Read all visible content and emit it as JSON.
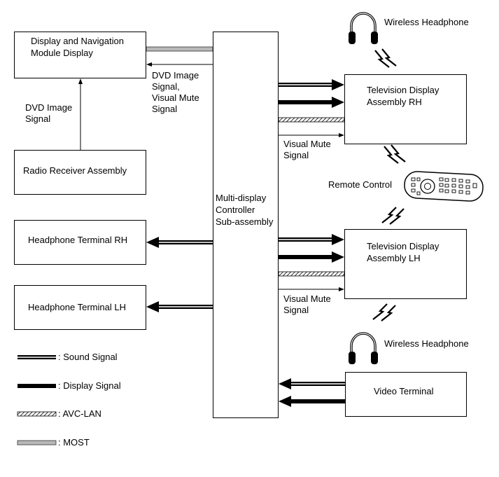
{
  "blocks": {
    "display_nav": "Display and Navigation\nModule Display",
    "radio": "Radio Receiver Assembly",
    "headphone_rh": "Headphone Terminal RH",
    "headphone_lh": "Headphone Terminal LH",
    "controller": "Multi-display\nController\nSub-assembly",
    "tv_rh": "Television Display\nAssembly RH",
    "tv_lh": "Television Display\nAssembly LH",
    "video": "Video Terminal"
  },
  "labels": {
    "dvd_image_signal_left": "DVD Image\nSignal",
    "dvd_visual_mute": "DVD Image\nSignal,\nVisual Mute\nSignal",
    "visual_mute_rh": "Visual Mute\nSignal",
    "visual_mute_lh": "Visual Mute\nSignal",
    "wireless_headphone_top": "Wireless Headphone",
    "wireless_headphone_bottom": "Wireless Headphone",
    "remote_control": "Remote Control"
  },
  "legend": [
    {
      "key": "sound",
      "label": ": Sound Signal"
    },
    {
      "key": "display",
      "label": ": Display Signal"
    },
    {
      "key": "avc",
      "label": ": AVC-LAN"
    },
    {
      "key": "most",
      "label": ": MOST"
    }
  ],
  "icons": [
    "headphone-icon",
    "wireless-signal-icon",
    "remote-control-icon"
  ]
}
